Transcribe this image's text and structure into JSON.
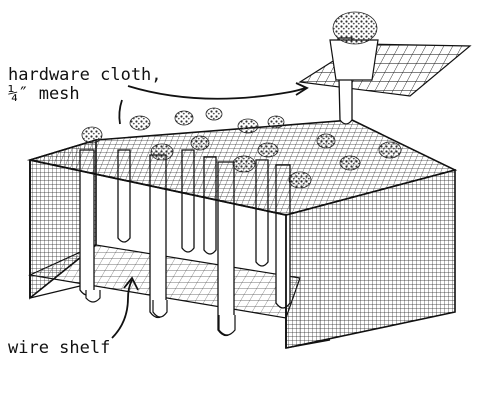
{
  "labels": {
    "hardware_cloth": "hardware cloth,",
    "mesh_size": "¼″ mesh",
    "wire_shelf": "wire shelf"
  },
  "colors": {
    "ink": "#111111",
    "paper": "#ffffff",
    "plant": "#555555"
  }
}
